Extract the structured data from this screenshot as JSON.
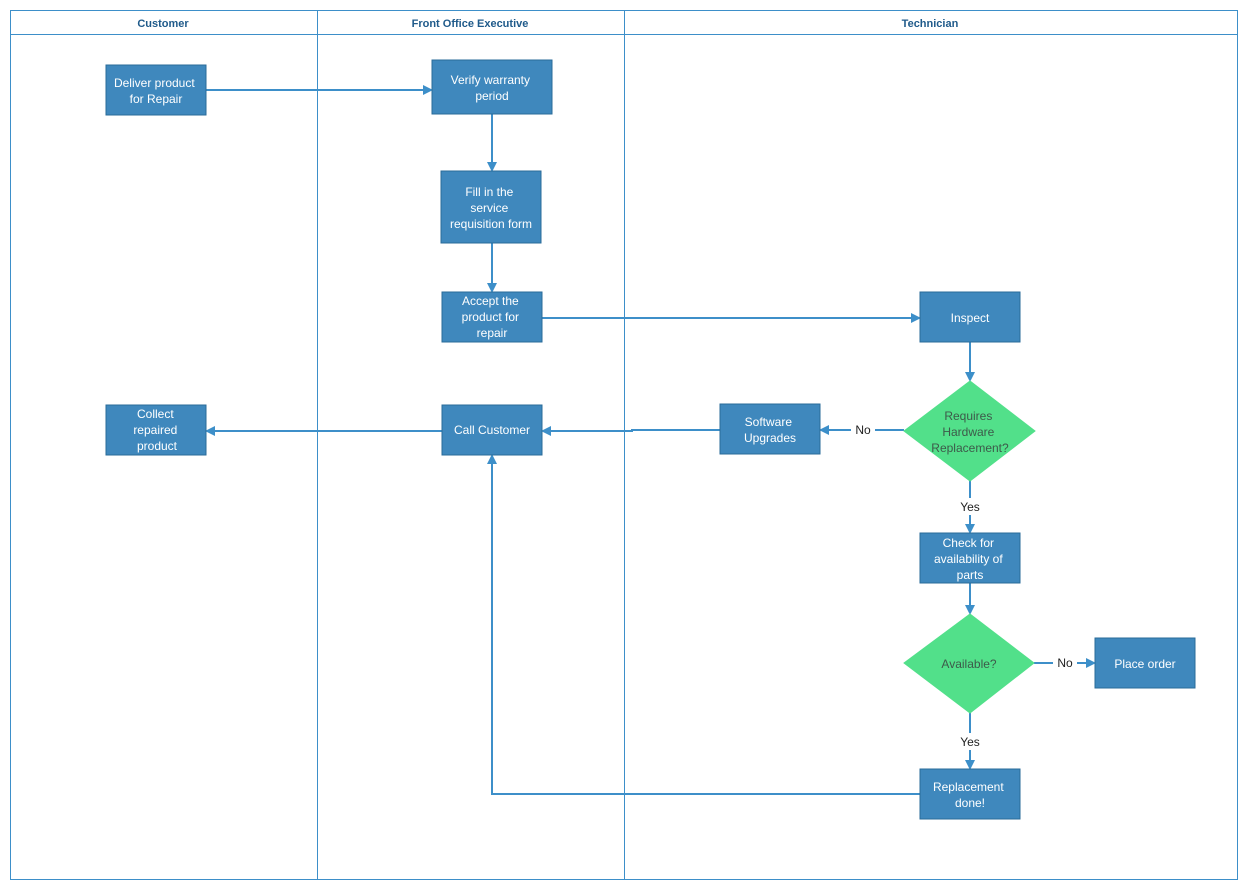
{
  "lanes": {
    "customer": "Customer",
    "front_office": "Front Office Executive",
    "technician": "Technician"
  },
  "nodes": {
    "deliver_product": [
      "Deliver product",
      "for Repair"
    ],
    "verify_warranty": [
      "Verify warranty",
      "period"
    ],
    "fill_form": [
      "Fill in the",
      "service",
      "requisition form"
    ],
    "accept_product": [
      "Accept the",
      "product for",
      "repair"
    ],
    "inspect": [
      "Inspect"
    ],
    "requires_hw": [
      "Requires",
      "Hardware",
      "Replacement?"
    ],
    "software_upgrades": [
      "Software",
      "Upgrades"
    ],
    "call_customer": [
      "Call Customer"
    ],
    "collect_product": [
      "Collect",
      "repaired",
      "product"
    ],
    "check_parts": [
      "Check for",
      "availability of",
      "parts"
    ],
    "available": [
      "Available?"
    ],
    "place_order": [
      "Place order"
    ],
    "replacement_done": [
      "Replacement",
      "done!"
    ]
  },
  "edge_labels": {
    "no_software": "No",
    "yes_check": "Yes",
    "no_order": "No",
    "yes_replace": "Yes"
  },
  "colors": {
    "process_fill": "#3f88bd",
    "decision_fill": "#52e08a",
    "connector": "#3d8fc9",
    "lane_title": "#1f5a8a"
  }
}
